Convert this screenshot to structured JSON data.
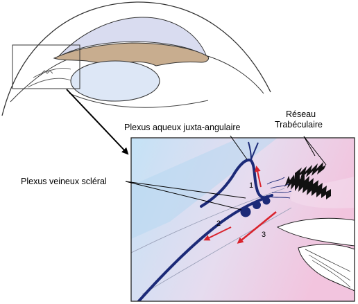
{
  "labels": {
    "plexus_aqueux": "Plexus aqueux juxta-angulaire",
    "plexus_veineux": "Plexus veineux scléral",
    "reseau_line1": "Réseau",
    "reseau_line2": "Trabéculaire"
  },
  "flow_numbers": [
    "1",
    "2",
    "3"
  ],
  "colors": {
    "cornea_fill": "#d9dcf0",
    "iris_fill": "#c8ad8f",
    "lens_fill": "#dde7f6",
    "vein_stroke": "#1c2a78",
    "arrow_red": "#d9232d",
    "inset_bg_left": "#c9e4f6",
    "inset_bg_right": "#f1c6df"
  }
}
